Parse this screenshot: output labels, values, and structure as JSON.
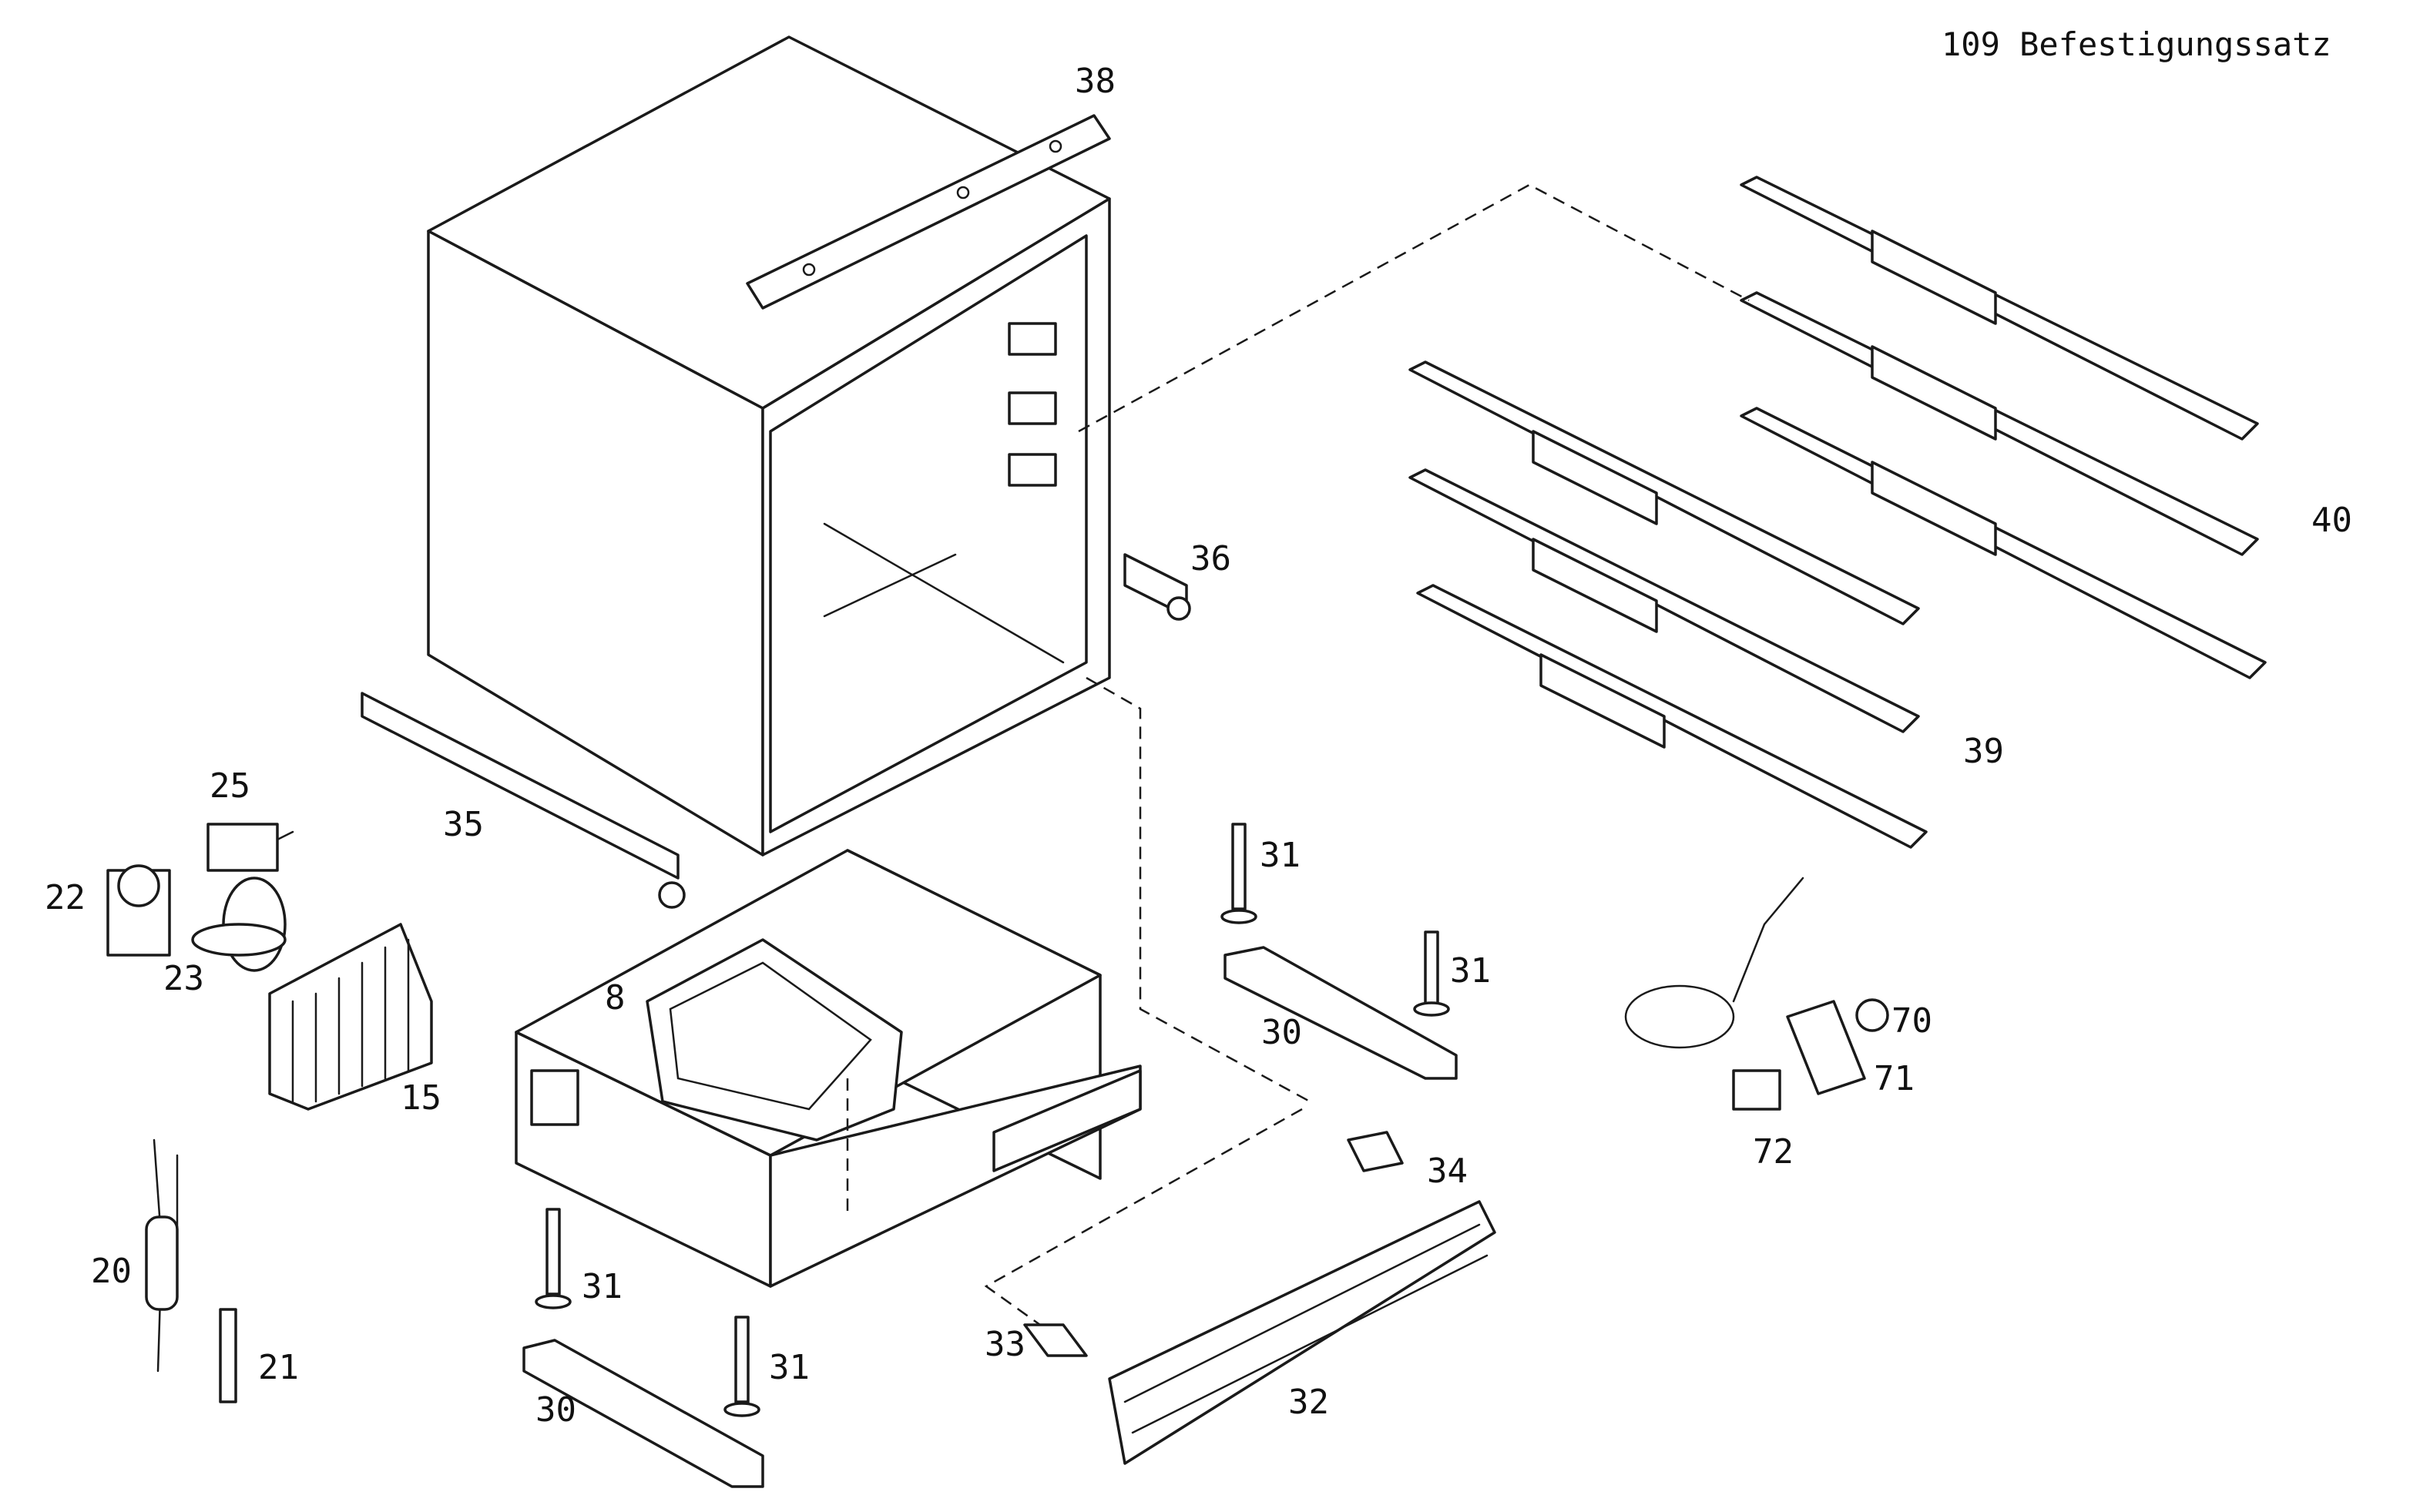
{
  "title": "109 Befestigungssatz",
  "callouts": {
    "c8": "8",
    "c15": "15",
    "c20": "20",
    "c21": "21",
    "c22": "22",
    "c23": "23",
    "c25": "25",
    "c30a": "30",
    "c30b": "30",
    "c31a": "31",
    "c31b": "31",
    "c31c": "31",
    "c31d": "31",
    "c32": "32",
    "c33": "33",
    "c34": "34",
    "c35": "35",
    "c36": "36",
    "c38": "38",
    "c39": "39",
    "c40": "40",
    "c70": "70",
    "c71": "71",
    "c72": "72"
  }
}
